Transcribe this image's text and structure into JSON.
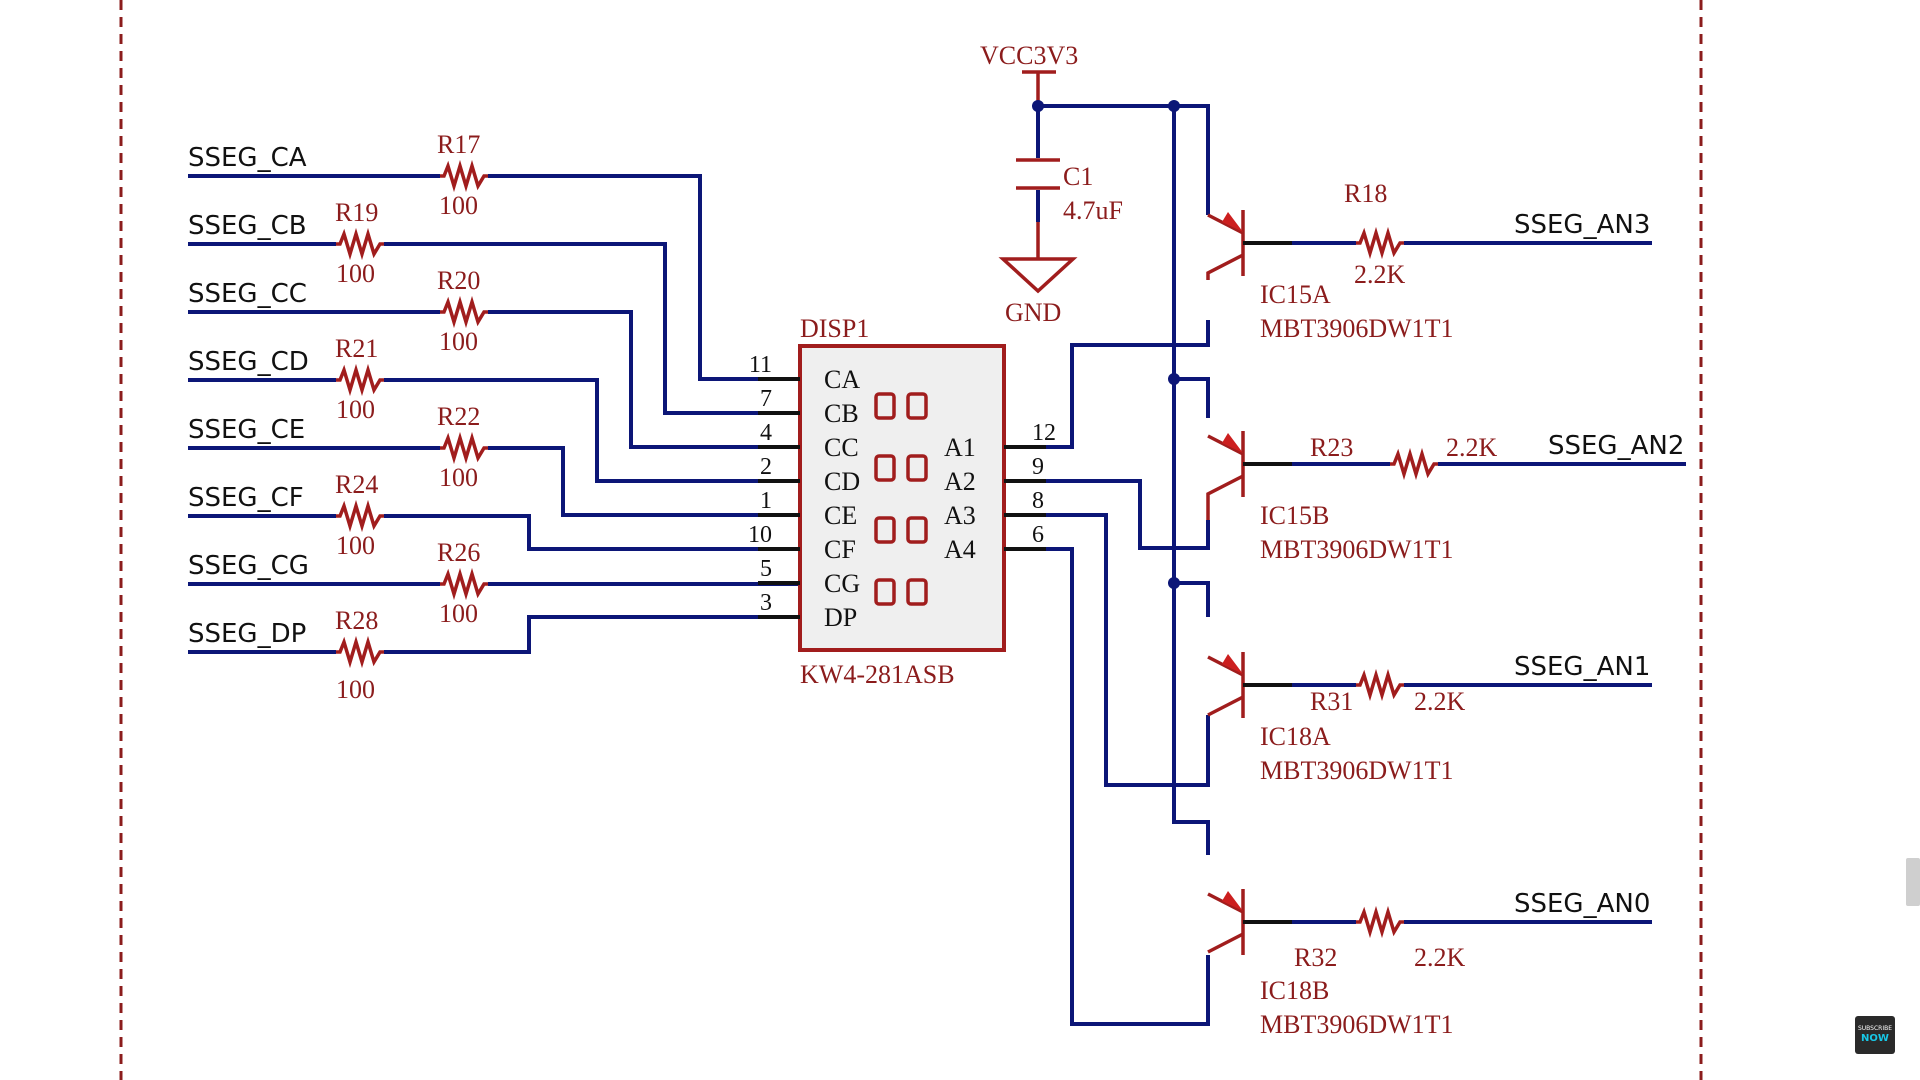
{
  "nets": {
    "vcc": "VCC3V3",
    "gnd": "GND",
    "segments": [
      "SSEG_CA",
      "SSEG_CB",
      "SSEG_CC",
      "SSEG_CD",
      "SSEG_CE",
      "SSEG_CF",
      "SSEG_CG",
      "SSEG_DP"
    ],
    "anodes": [
      "SSEG_AN3",
      "SSEG_AN2",
      "SSEG_AN1",
      "SSEG_AN0"
    ]
  },
  "segment_resistors": [
    {
      "ref": "R17",
      "value": "100"
    },
    {
      "ref": "R19",
      "value": "100"
    },
    {
      "ref": "R20",
      "value": "100"
    },
    {
      "ref": "R21",
      "value": "100"
    },
    {
      "ref": "R22",
      "value": "100"
    },
    {
      "ref": "R24",
      "value": "100"
    },
    {
      "ref": "R26",
      "value": "100"
    },
    {
      "ref": "R28",
      "value": "100"
    }
  ],
  "capacitor": {
    "ref": "C1",
    "value": "4.7uF"
  },
  "display": {
    "ref": "DISP1",
    "part": "KW4-281ASB",
    "left_pins": [
      {
        "name": "CA",
        "num": "11"
      },
      {
        "name": "CB",
        "num": "7"
      },
      {
        "name": "CC",
        "num": "4"
      },
      {
        "name": "CD",
        "num": "2"
      },
      {
        "name": "CE",
        "num": "1"
      },
      {
        "name": "CF",
        "num": "10"
      },
      {
        "name": "CG",
        "num": "5"
      },
      {
        "name": "DP",
        "num": "3"
      }
    ],
    "right_pins": [
      {
        "name": "A1",
        "num": "12"
      },
      {
        "name": "A2",
        "num": "9"
      },
      {
        "name": "A3",
        "num": "8"
      },
      {
        "name": "A4",
        "num": "6"
      }
    ]
  },
  "transistors": [
    {
      "ref": "IC15A",
      "part": "MBT3906DW1T1",
      "res_ref": "R18",
      "res_value": "2.2K"
    },
    {
      "ref": "IC15B",
      "part": "MBT3906DW1T1",
      "res_ref": "R23",
      "res_value": "2.2K"
    },
    {
      "ref": "IC18A",
      "part": "MBT3906DW1T1",
      "res_ref": "R31",
      "res_value": "2.2K"
    },
    {
      "ref": "IC18B",
      "part": "MBT3906DW1T1",
      "res_ref": "R32",
      "res_value": "2.2K"
    }
  ],
  "badge": {
    "line1": "SUBSCRIBE",
    "line2": "NOW"
  },
  "colors": {
    "wire": "#0c1677",
    "component": "#a11d1d",
    "border": "#8b1c1c",
    "display_fill": "#efefef"
  }
}
